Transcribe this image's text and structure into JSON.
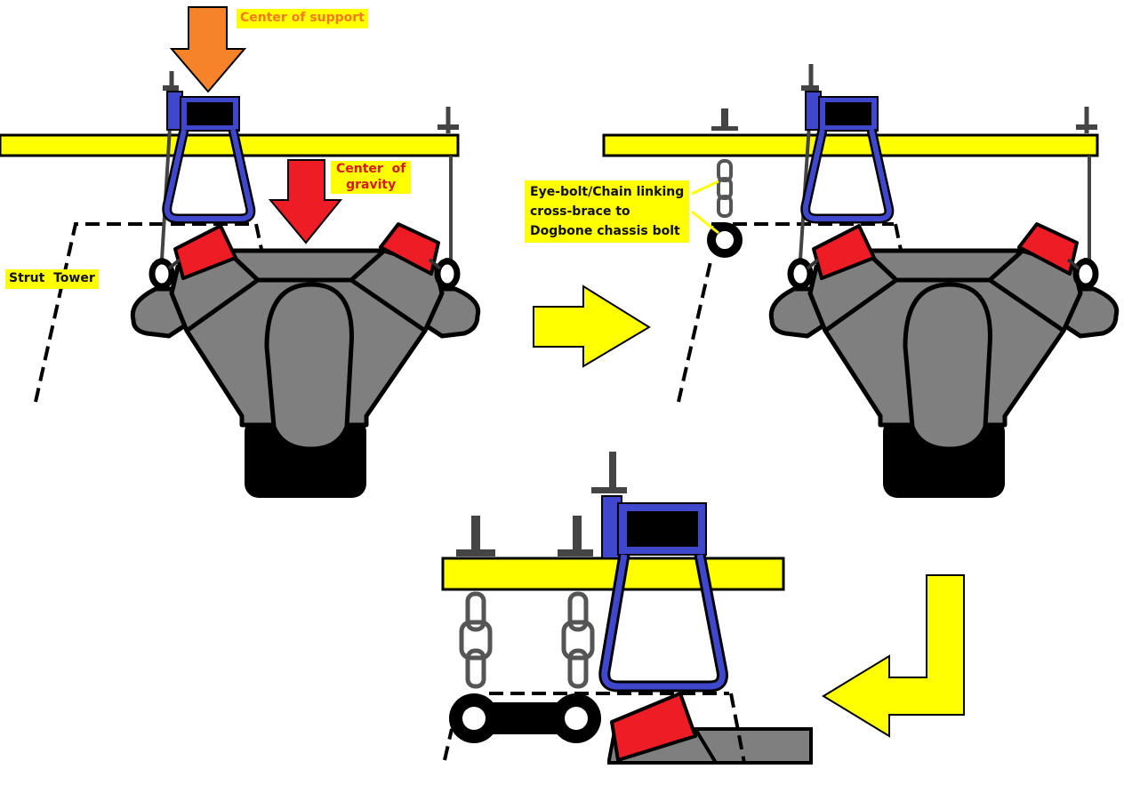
{
  "labels": {
    "center_of_support": "Center of support",
    "center_of_gravity_line1": "Center  of",
    "center_of_gravity_line2": "gravity",
    "strut_tower": "Strut  Tower",
    "eyebolt_line1": "Eye-bolt/Chain linking",
    "eyebolt_line2": "cross-brace to",
    "eyebolt_line3": "Dogbone chassis bolt"
  },
  "colors": {
    "crossbar": "#ffff00",
    "support_arrow": "#f6822a",
    "gravity_arrow": "#ee1c24",
    "lift_bracket": "#3f48cc",
    "engine": "#7f7f7f",
    "engine_mount": "#ee1c24",
    "flow_arrow": "#ffff00",
    "outline": "#000000"
  },
  "icons": [
    "down-arrow-icon",
    "right-arrow-icon",
    "return-arrow-icon",
    "chain-icon",
    "eye-bolt-icon"
  ]
}
